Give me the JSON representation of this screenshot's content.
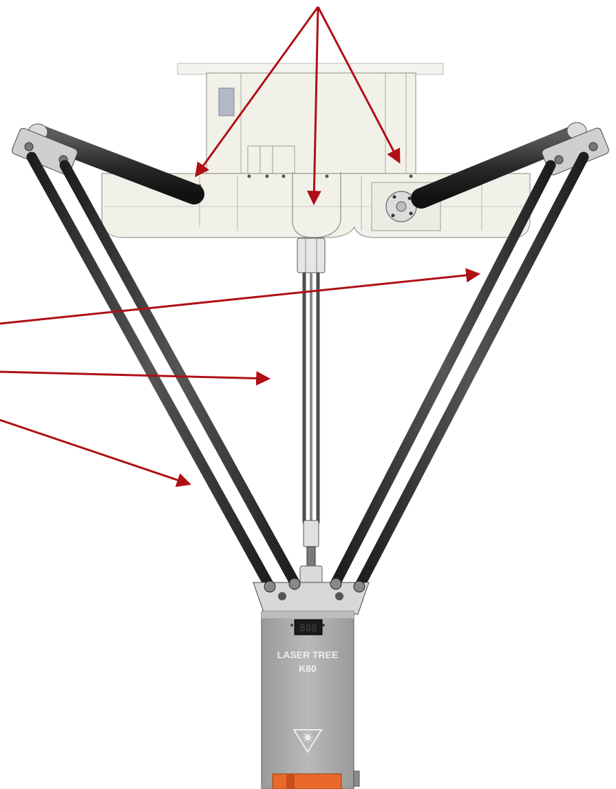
{
  "laser_module": {
    "brand": "LASER TREE",
    "model": "K60",
    "display_digits": "888"
  },
  "colors": {
    "arrow": "#b00f16",
    "carbon_rod": "#3a3a3a",
    "base_body": "#f1f1ea",
    "module_body": "#a9a9a9",
    "window": "#e8692a"
  },
  "icons": [
    "laser-warning-icon",
    "seven-segment-display-icon"
  ]
}
